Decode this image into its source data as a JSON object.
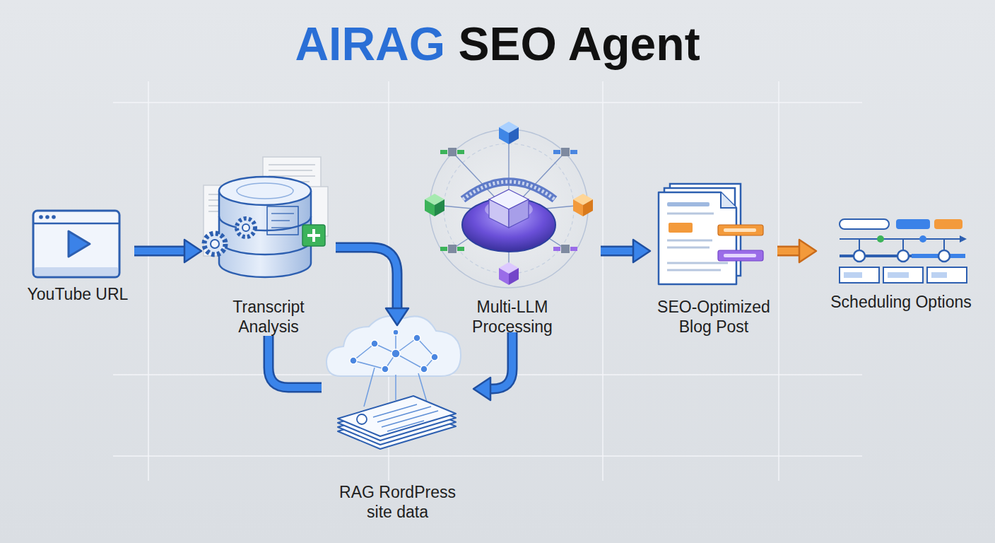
{
  "diagram": {
    "title": "AIRAG SEO Agent",
    "nodes": [
      {
        "text": [
          "YouTube URL"
        ]
      },
      {
        "text": [
          "Transcript Analysis"
        ]
      },
      {
        "text": [
          "RAG RordPress site data"
        ]
      },
      {
        "text": [
          "Multi-LLM Processing"
        ]
      },
      {
        "text": [
          "SEO-Optimized Blog Post"
        ]
      },
      {
        "text": [
          "Scheduling Options"
        ]
      }
    ],
    "edges": [
      {
        "from": 0,
        "to": 1,
        "arrow": "to"
      },
      {
        "from": 1,
        "to": 2,
        "arrow": "to"
      },
      {
        "from": 1,
        "to": 2,
        "arrow": "none"
      },
      {
        "from": 3,
        "to": 2,
        "arrow": "to"
      },
      {
        "from": 3,
        "to": 4,
        "arrow": "to"
      },
      {
        "from": 4,
        "to": 5,
        "arrow": "to"
      }
    ]
  }
}
